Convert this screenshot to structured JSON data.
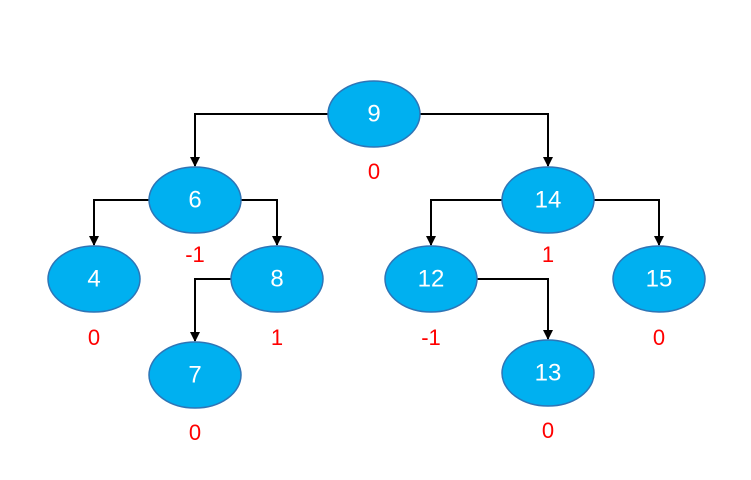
{
  "colors": {
    "node_fill": "#00B0F0",
    "node_stroke": "#2E75B6",
    "edge": "#000000",
    "node_text": "#FFFFFF",
    "balance_text": "#FF0000"
  },
  "tree": {
    "nodes": [
      {
        "id": "n9",
        "key": "9",
        "balance": "0"
      },
      {
        "id": "n6",
        "key": "6",
        "balance": "-1"
      },
      {
        "id": "n14",
        "key": "14",
        "balance": "1"
      },
      {
        "id": "n4",
        "key": "4",
        "balance": "0"
      },
      {
        "id": "n8",
        "key": "8",
        "balance": "1"
      },
      {
        "id": "n7",
        "key": "7",
        "balance": "0"
      },
      {
        "id": "n12",
        "key": "12",
        "balance": "-1"
      },
      {
        "id": "n13",
        "key": "13",
        "balance": "0"
      },
      {
        "id": "n15",
        "key": "15",
        "balance": "0"
      }
    ],
    "edges": [
      {
        "from": "n9",
        "to": "n6"
      },
      {
        "from": "n9",
        "to": "n14"
      },
      {
        "from": "n6",
        "to": "n4"
      },
      {
        "from": "n6",
        "to": "n8"
      },
      {
        "from": "n8",
        "to": "n7"
      },
      {
        "from": "n14",
        "to": "n12"
      },
      {
        "from": "n14",
        "to": "n15"
      },
      {
        "from": "n12",
        "to": "n13"
      }
    ]
  }
}
